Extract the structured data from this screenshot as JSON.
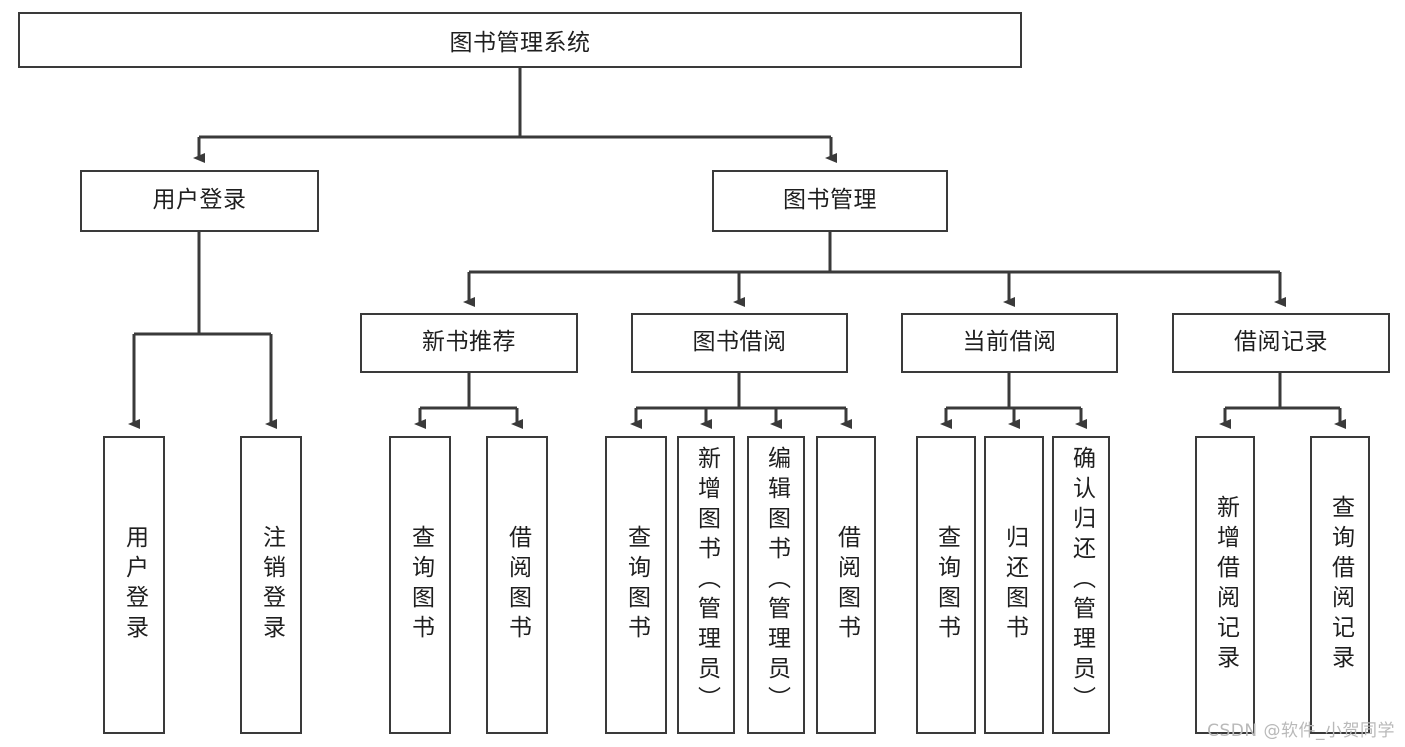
{
  "diagram": {
    "title": "图书管理系统",
    "type": "tree",
    "watermark": "CSDN @软件_小贺同学",
    "colors": {
      "stroke": "#3a3a3a",
      "fill": "#ffffff",
      "text": "#1f1f1f",
      "watermark": "#b9b9b9"
    },
    "root": {
      "label": "图书管理系统"
    },
    "level2": [
      {
        "label": "用户登录"
      },
      {
        "label": "图书管理"
      }
    ],
    "level3": [
      {
        "label": "新书推荐"
      },
      {
        "label": "图书借阅"
      },
      {
        "label": "当前借阅"
      },
      {
        "label": "借阅记录"
      }
    ],
    "leaves": {
      "user_login": [
        {
          "label": "用户登录"
        },
        {
          "label": "注销登录"
        }
      ],
      "new_book": [
        {
          "label": "查询图书"
        },
        {
          "label": "借阅图书"
        }
      ],
      "borrow": [
        {
          "label": "查询图书"
        },
        {
          "label": "新增图书（管理员）"
        },
        {
          "label": "编辑图书（管理员）"
        },
        {
          "label": "借阅图书"
        }
      ],
      "current": [
        {
          "label": "查询图书"
        },
        {
          "label": "归还图书"
        },
        {
          "label": "确认归还（管理员）"
        }
      ],
      "records": [
        {
          "label": "新增借阅记录"
        },
        {
          "label": "查询借阅记录"
        }
      ]
    }
  }
}
